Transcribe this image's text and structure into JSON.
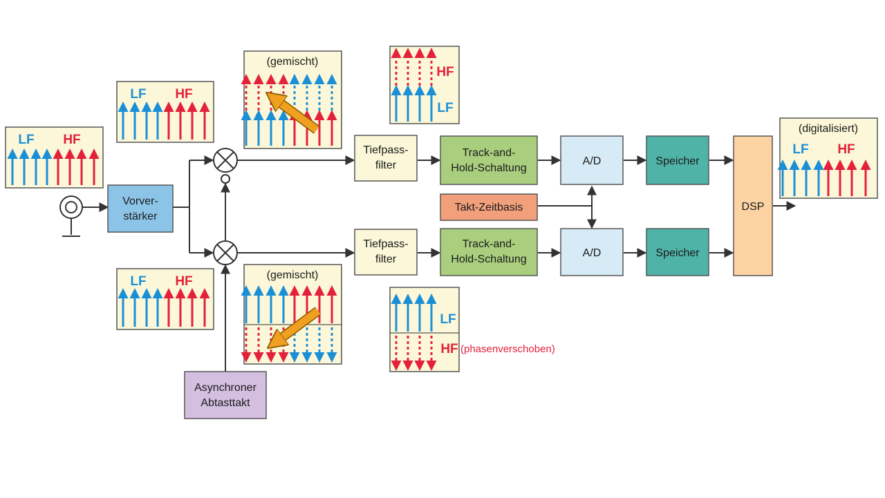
{
  "colors": {
    "lf": "#1b8fd6",
    "hf": "#e3213a",
    "panel_bg": "#fbf7d8",
    "filter_bg": "#fbf7d8",
    "track_hold_bg": "#a9cf7e",
    "ad_bg": "#d6ebf5",
    "speicher_bg": "#4fb3a8",
    "takt_bg": "#f2a07c",
    "dsp_bg": "#fdd3a4",
    "preamp_bg": "#8cc4e8",
    "async_bg": "#d4bfe0",
    "arrow_orange": "#f0a020",
    "line": "#333333"
  },
  "blocks": {
    "preamp": [
      "Vorver-",
      "stärker"
    ],
    "lowpass_top": [
      "Tiefpass-",
      "filter"
    ],
    "lowpass_bottom": [
      "Tiefpass-",
      "filter"
    ],
    "track_hold_top": [
      "Track-and-",
      "Hold-Schaltung"
    ],
    "track_hold_bottom": [
      "Track-and-",
      "Hold-Schaltung"
    ],
    "ad_top": "A/D",
    "ad_bottom": "A/D",
    "speicher_top": "Speicher",
    "speicher_bottom": "Speicher",
    "takt": "Takt-Zeitbasis",
    "dsp": "DSP",
    "async_clock": [
      "Asynchroner",
      "Abtasttakt"
    ]
  },
  "spectra": {
    "input": {
      "lf": "LF",
      "hf": "HF"
    },
    "mixer_top_in": {
      "lf": "LF",
      "hf": "HF"
    },
    "mixer_bottom_in": {
      "lf": "LF",
      "hf": "HF"
    },
    "mixed_top": {
      "title": "(gemischt)"
    },
    "mixed_bottom": {
      "title": "(gemischt)"
    },
    "filtered_top": {
      "hf": "HF",
      "lf": "LF"
    },
    "filtered_bottom": {
      "lf": "LF",
      "hf": "HF",
      "note": "(phasenverschoben)"
    },
    "output": {
      "title": "(digitalisiert)",
      "lf": "LF",
      "hf": "HF"
    }
  }
}
